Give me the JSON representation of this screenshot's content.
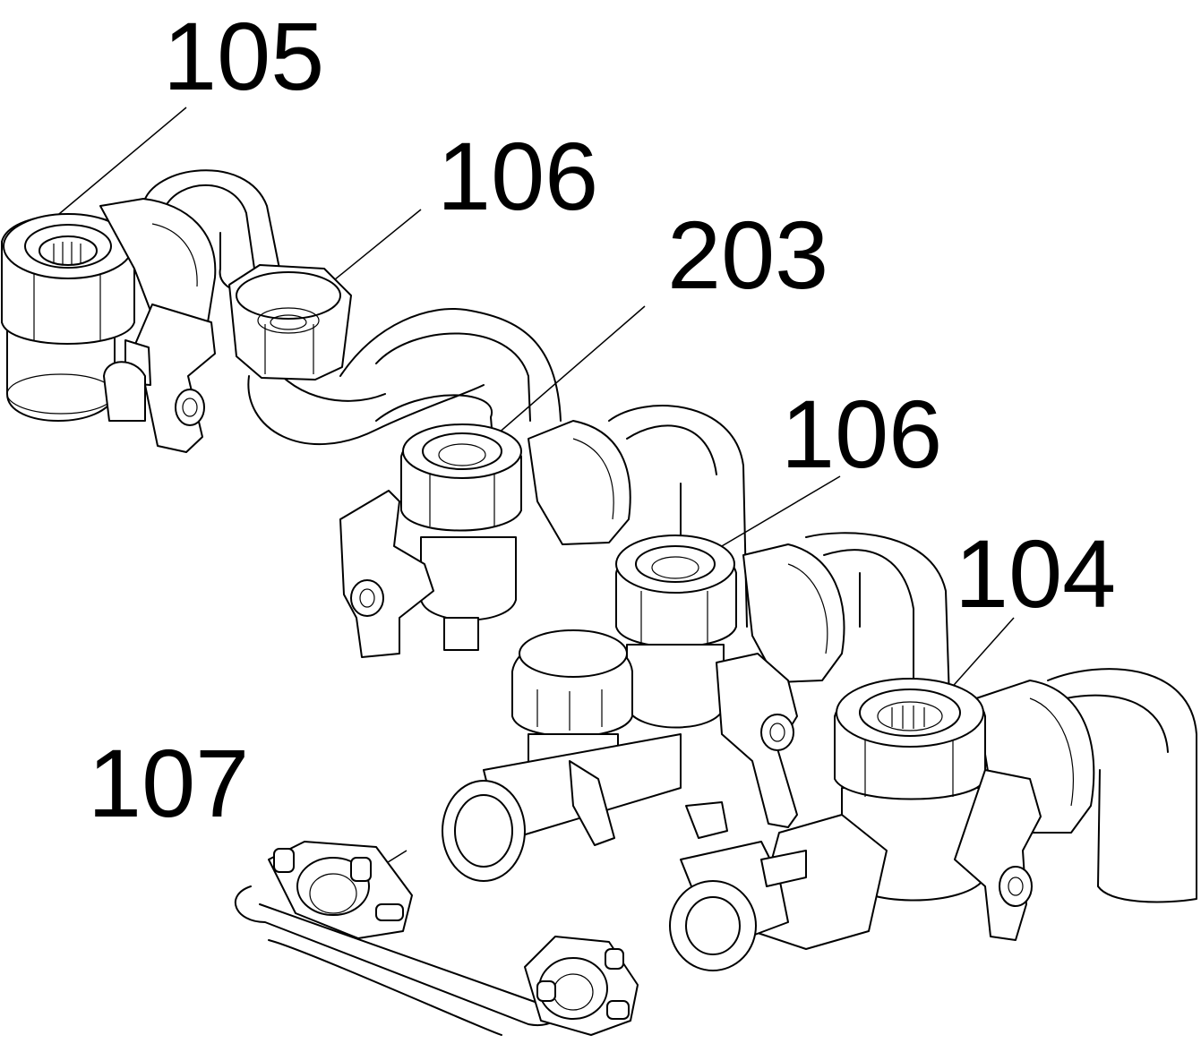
{
  "drawing": {
    "reference_numerals": [
      {
        "id": "ref-105",
        "text": "105"
      },
      {
        "id": "ref-106-top",
        "text": "106"
      },
      {
        "id": "ref-203",
        "text": "203"
      },
      {
        "id": "ref-106-mid",
        "text": "106"
      },
      {
        "id": "ref-104",
        "text": "104"
      },
      {
        "id": "ref-107",
        "text": "107"
      }
    ]
  },
  "colors": {
    "line": "#000000",
    "background": "#ffffff"
  }
}
